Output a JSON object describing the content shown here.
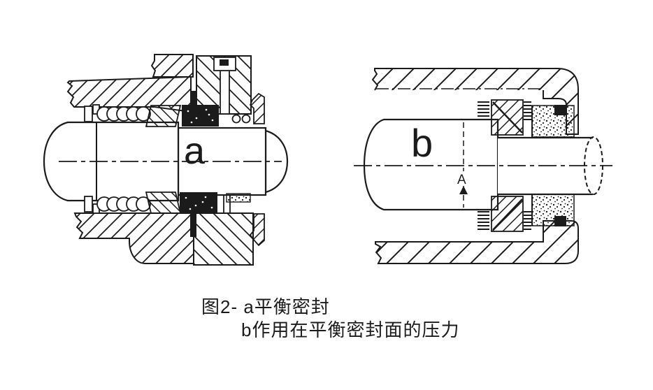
{
  "figure": {
    "panel_a_label": "a",
    "panel_b_label": "b",
    "dimension_label": "A",
    "caption": {
      "line1": "图2- a平衡密封",
      "line2": "b作用在平衡密封面的压力"
    }
  },
  "colors": {
    "ink": "#1b1b1b",
    "paper": "#ffffff"
  }
}
